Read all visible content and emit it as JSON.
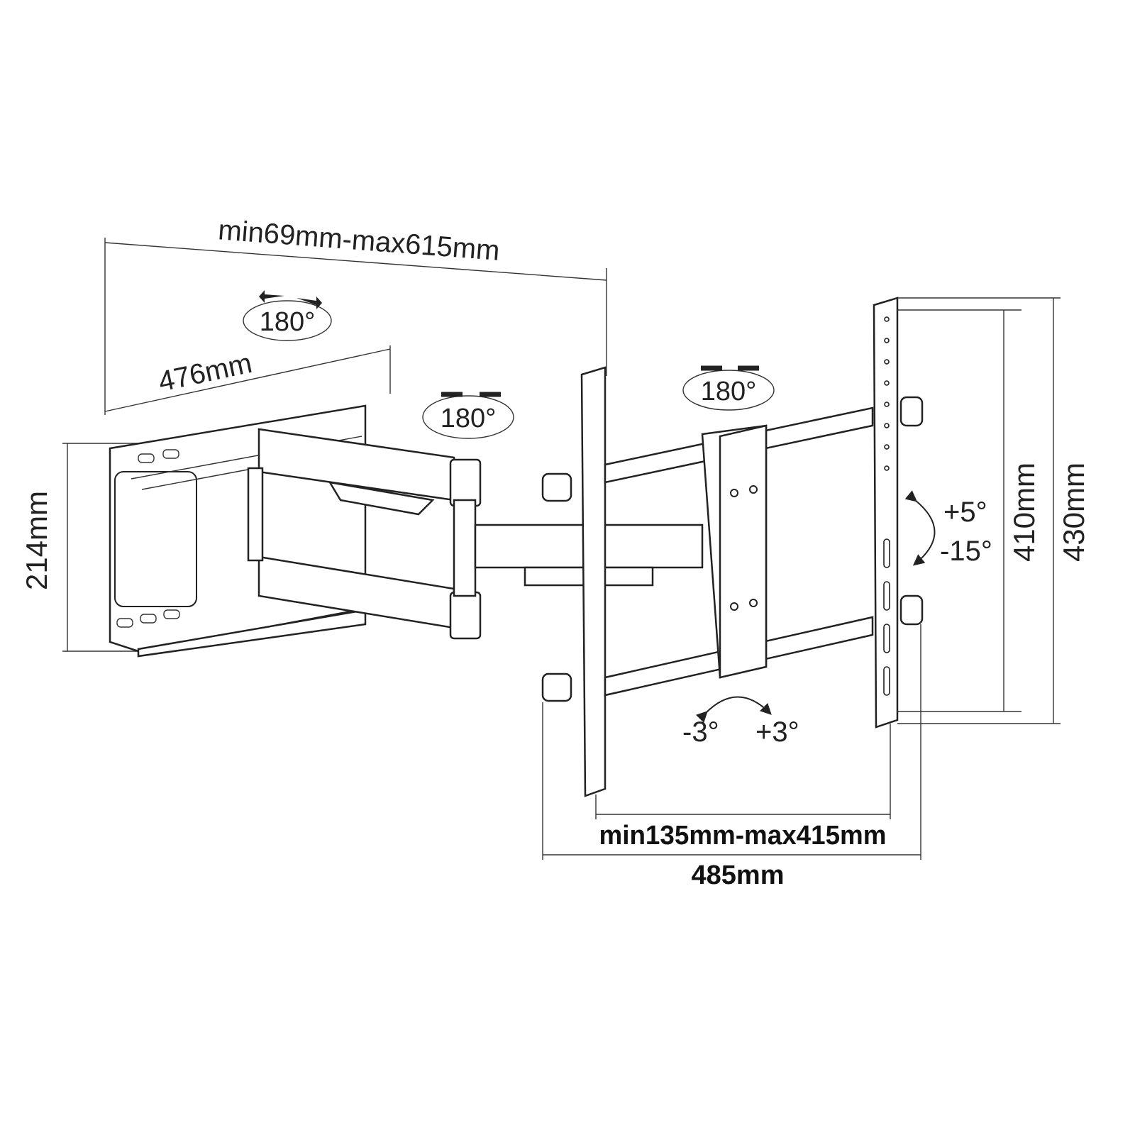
{
  "labels": {
    "arm_extension": "min69mm-max615mm",
    "wall_plate_width": "476mm",
    "wall_plate_height": "214mm",
    "swivel_wall": "180°",
    "swivel_arm": "180°",
    "swivel_tv": "180°",
    "tilt_up": "+5°",
    "tilt_down": "-15°",
    "inner_height": "410mm",
    "outer_height": "430mm",
    "level_left": "-3°",
    "level_right": "+3°",
    "vesa_width": "min135mm-max415mm",
    "overall_width": "485mm"
  }
}
